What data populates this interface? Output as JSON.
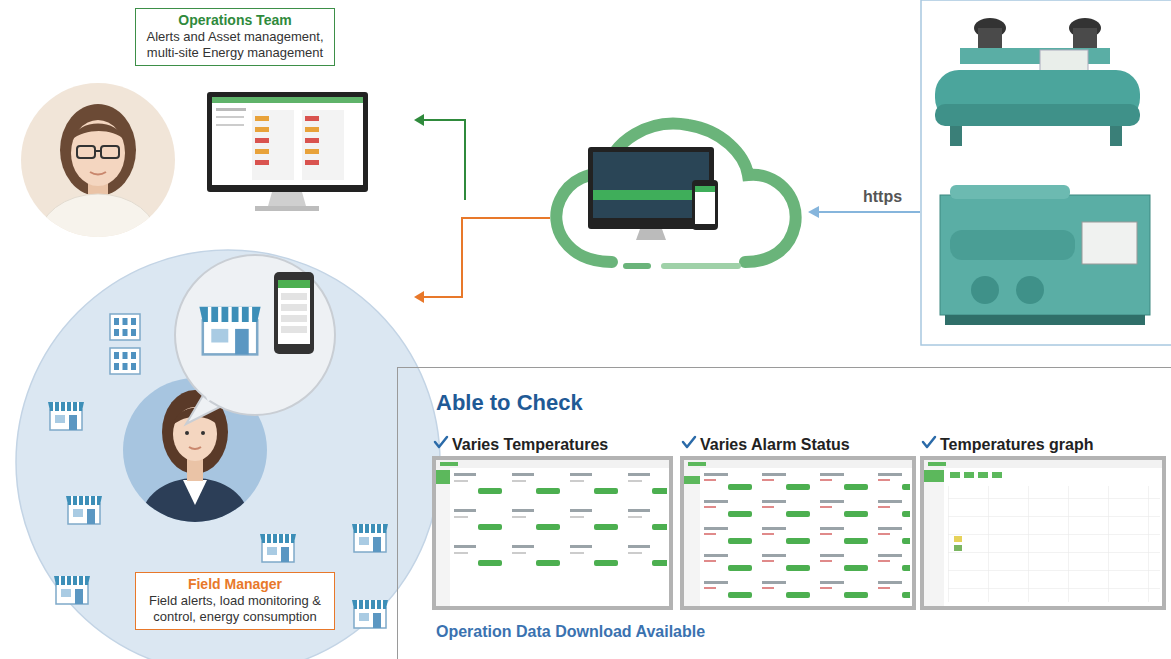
{
  "diagram": {
    "nodes": [
      {
        "text": [
          "Operations Team",
          "Alerts and Asset management, multi-site Energy management"
        ]
      },
      {
        "text": [
          "Field Manager",
          "Field alerts, load monitoring & control, energy consumption"
        ]
      },
      {
        "text": [
          "Able to Check",
          "Operation Data Download Available"
        ]
      },
      {
        "text": [
          "Varies Temperatures"
        ],
        "in": 2
      },
      {
        "text": [
          "Varies Alarm Status"
        ],
        "in": 2
      },
      {
        "text": [
          "Temperatures graph"
        ],
        "in": 2
      }
    ],
    "labels": [
      "https"
    ]
  }
}
